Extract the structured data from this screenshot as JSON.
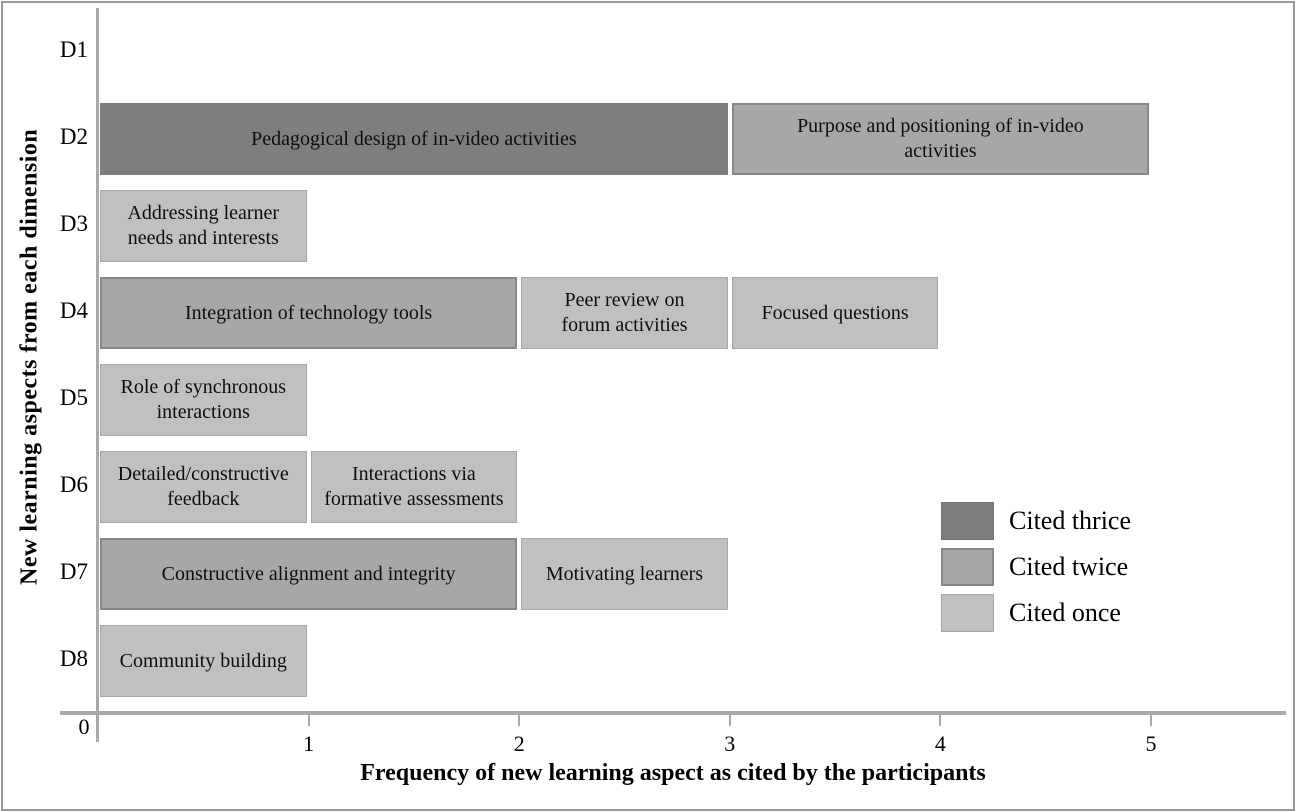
{
  "chart_data": {
    "type": "bar",
    "orientation": "horizontal-stacked",
    "xlabel": "Frequency of new learning aspect as cited by the participants",
    "ylabel": "New learning aspects from each dimension",
    "xlim": [
      0,
      5.5
    ],
    "xticks": [
      0,
      1,
      2,
      3,
      4,
      5
    ],
    "grid": false,
    "legend_position": "right-middle",
    "legend": [
      {
        "label": "Cited thrice",
        "level": "thrice",
        "color": "#7e7e7e"
      },
      {
        "label": "Cited twice",
        "level": "twice",
        "color": "#a7a7a7"
      },
      {
        "label": "Cited once",
        "level": "once",
        "color": "#c0c0c0"
      }
    ],
    "categories": [
      "D1",
      "D2",
      "D3",
      "D4",
      "D5",
      "D6",
      "D7",
      "D8"
    ],
    "rows": [
      {
        "category": "D1",
        "segments": []
      },
      {
        "category": "D2",
        "segments": [
          {
            "label": "Pedagogical design of in-video activities",
            "value": 3,
            "cited": "thrice"
          },
          {
            "label": "Purpose and positioning of in-video activities",
            "wrap": "Purpose and positioning of in-video\nactivities",
            "value": 2,
            "cited": "twice"
          }
        ]
      },
      {
        "category": "D3",
        "segments": [
          {
            "label": "Addressing learner needs and interests",
            "wrap": "Addressing learner\nneeds and interests",
            "value": 1,
            "cited": "once"
          }
        ]
      },
      {
        "category": "D4",
        "segments": [
          {
            "label": "Integration of technology tools",
            "value": 2,
            "cited": "twice"
          },
          {
            "label": "Peer review on forum activities",
            "wrap": "Peer review on\nforum activities",
            "value": 1,
            "cited": "once"
          },
          {
            "label": "Focused questions",
            "value": 1,
            "cited": "once"
          }
        ]
      },
      {
        "category": "D5",
        "segments": [
          {
            "label": "Role of synchronous interactions",
            "wrap": "Role of synchronous\ninteractions",
            "value": 1,
            "cited": "once"
          }
        ]
      },
      {
        "category": "D6",
        "segments": [
          {
            "label": "Detailed/constructive feedback",
            "wrap": "Detailed/constructive\nfeedback",
            "value": 1,
            "cited": "once"
          },
          {
            "label": "Interactions via formative assessments",
            "wrap": "Interactions via\nformative assessments",
            "value": 1,
            "cited": "once"
          }
        ]
      },
      {
        "category": "D7",
        "segments": [
          {
            "label": "Constructive alignment and integrity",
            "value": 2,
            "cited": "twice"
          },
          {
            "label": "Motivating learners",
            "value": 1,
            "cited": "once"
          }
        ]
      },
      {
        "category": "D8",
        "segments": [
          {
            "label": "Community building",
            "value": 1,
            "cited": "once"
          }
        ]
      }
    ]
  }
}
